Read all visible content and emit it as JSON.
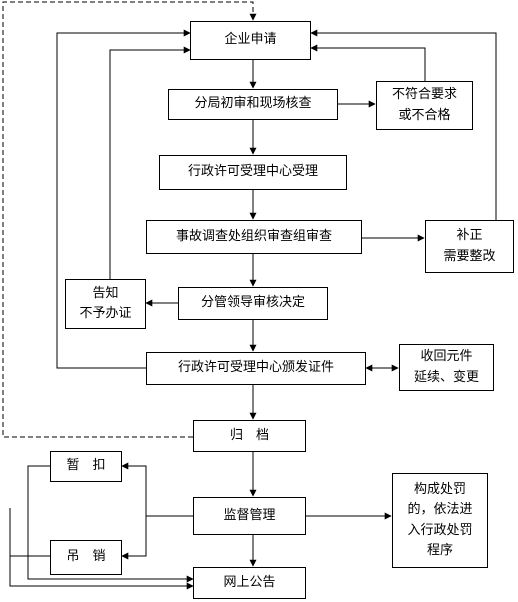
{
  "diagram": {
    "nodes": {
      "apply": "企业申请",
      "initial_review": "分局初审和现场核查",
      "not_compliant": "不符合要求\n或不合格",
      "admin_accept": "行政许可受理中心受理",
      "accident_review": "事故调查处组织审查组审查",
      "rectify": "补正\n需要整改",
      "leader_decision": "分管领导审核决定",
      "notify_reject": "告知\n不予办证",
      "admin_issue": "行政许可受理中心颁发证件",
      "revoke_renew": "收回元件\n延续、变更",
      "archive": "归　档",
      "suspend": "暂　扣",
      "supervision": "监督管理",
      "penalty": "构成处罚\n的，依法进\n入行政处罚\n程序",
      "cancel": "吊　销",
      "announce": "网上公告"
    }
  }
}
